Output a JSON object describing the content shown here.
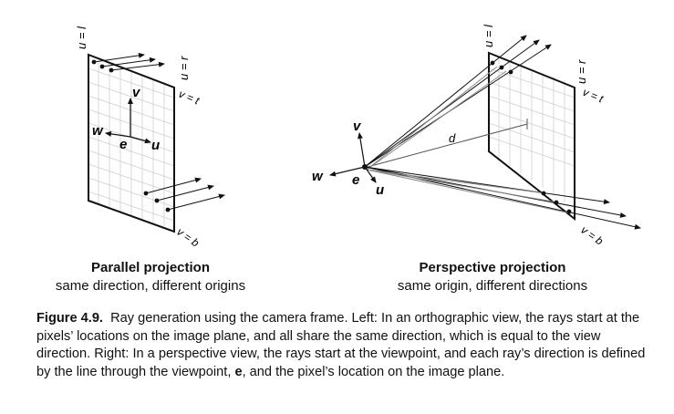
{
  "figure": {
    "left_panel": {
      "title": "Parallel projection",
      "subtitle": "same direction, different origins",
      "labels": {
        "u_eq_l": "u = l",
        "u_eq_r": "u = r",
        "v_eq_t": "v = t",
        "v_eq_b": "v = b",
        "v": "v",
        "w": "w",
        "e": "e",
        "u": "u"
      }
    },
    "right_panel": {
      "title": "Perspective projection",
      "subtitle": "same origin, different directions",
      "labels": {
        "u_eq_l": "u = l",
        "u_eq_r": "u = r",
        "v_eq_t": "v = t",
        "v_eq_b": "v = b",
        "v": "v",
        "w": "w",
        "e": "e",
        "u": "u",
        "d": "d"
      }
    }
  },
  "caption": {
    "label": "Figure 4.9.",
    "text_1": "Ray generation using the camera frame. Left: In an orthographic view, the rays start at the pixels’ locations on the image plane, and all share the same direction, which is equal to the view direction. Right: In a perspective view, the rays start at the viewpoint, and each ray’s direction is defined by the line through the viewpoint, ",
    "bold_e": "e",
    "text_2": ", and the pixel’s location on the image plane."
  }
}
